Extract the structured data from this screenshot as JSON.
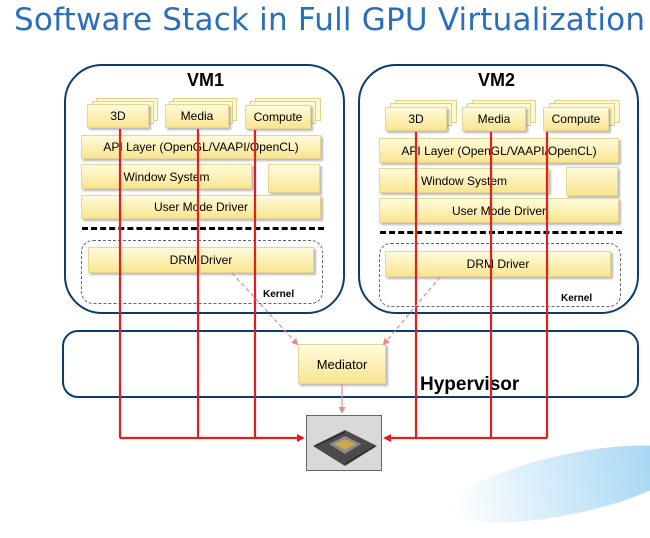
{
  "title": "Software Stack in Full GPU Virtualization",
  "vms": [
    {
      "name": "VM1",
      "apps": [
        "3D",
        "Media",
        "Compute"
      ],
      "api_layer": "API Layer (OpenGL/VAAPI/OpenCL)",
      "window_system": "Window System",
      "user_mode_driver": "User Mode Driver",
      "drm_driver": "DRM Driver",
      "kernel_label": "Kernel"
    },
    {
      "name": "VM2",
      "apps": [
        "3D",
        "Media",
        "Compute"
      ],
      "api_layer": "API Layer (OpenGL/VAAPI/OpenCL)",
      "window_system": "Window System",
      "user_mode_driver": "User Mode Driver",
      "drm_driver": "DRM Driver",
      "kernel_label": "Kernel"
    }
  ],
  "mediator": "Mediator",
  "hypervisor": "Hypervisor",
  "colors": {
    "title": "#2a6fbd",
    "border": "#0c3d6e",
    "arrow": "#e0201c",
    "dashed_arrow": "#e88a8a",
    "box_fill": "#f9e590"
  },
  "icons": {
    "gpu": "gpu-chip-photo"
  }
}
